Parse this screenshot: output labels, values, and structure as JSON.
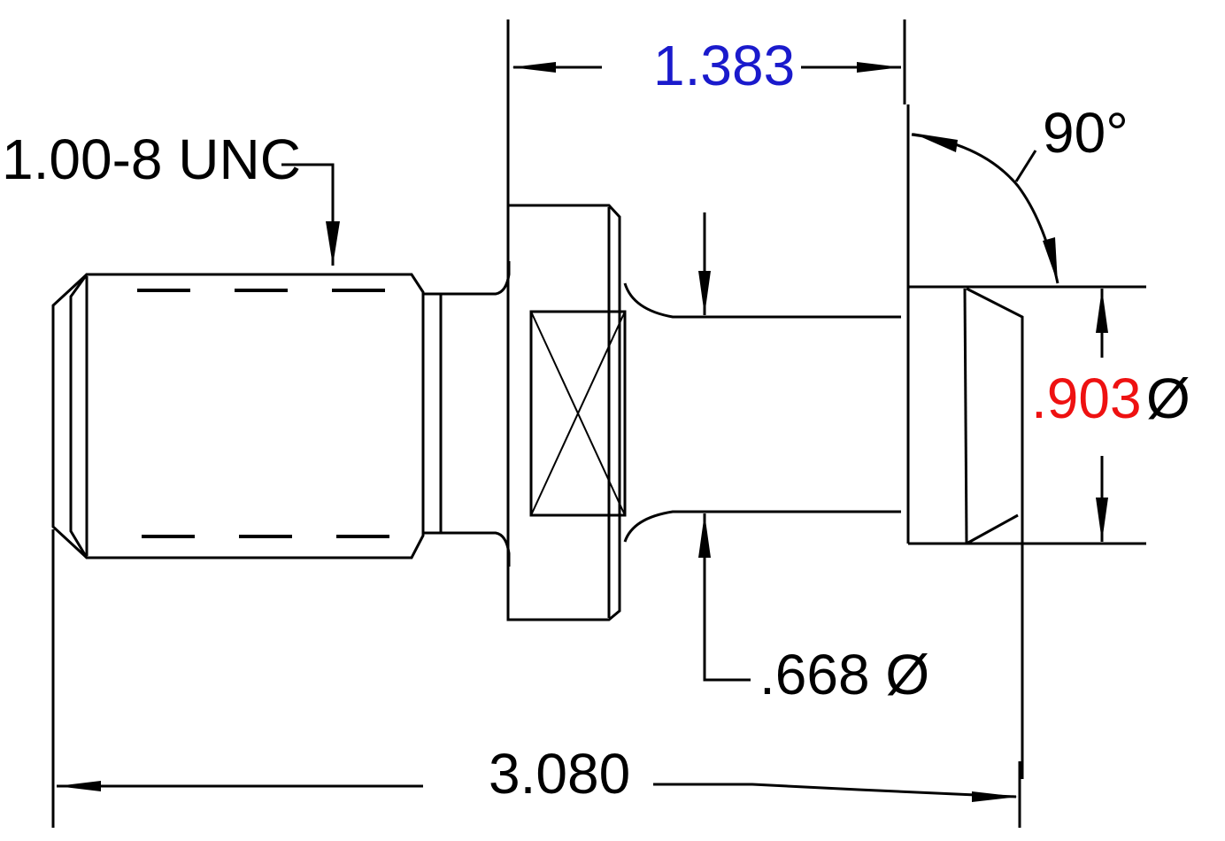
{
  "colors": {
    "line": "#000000",
    "background": "#ffffff",
    "blue_dimension": "#1a1acc",
    "red_dimension": "#ee1111"
  },
  "dimensions": {
    "thread_callout": "1.00-8 UNC",
    "flange_to_end_length": "1.383",
    "taper_angle": "90°",
    "head_diameter_value": ".903",
    "head_diameter_symbol": "Ø",
    "neck_diameter": ".668 Ø",
    "overall_length": "3.080"
  }
}
